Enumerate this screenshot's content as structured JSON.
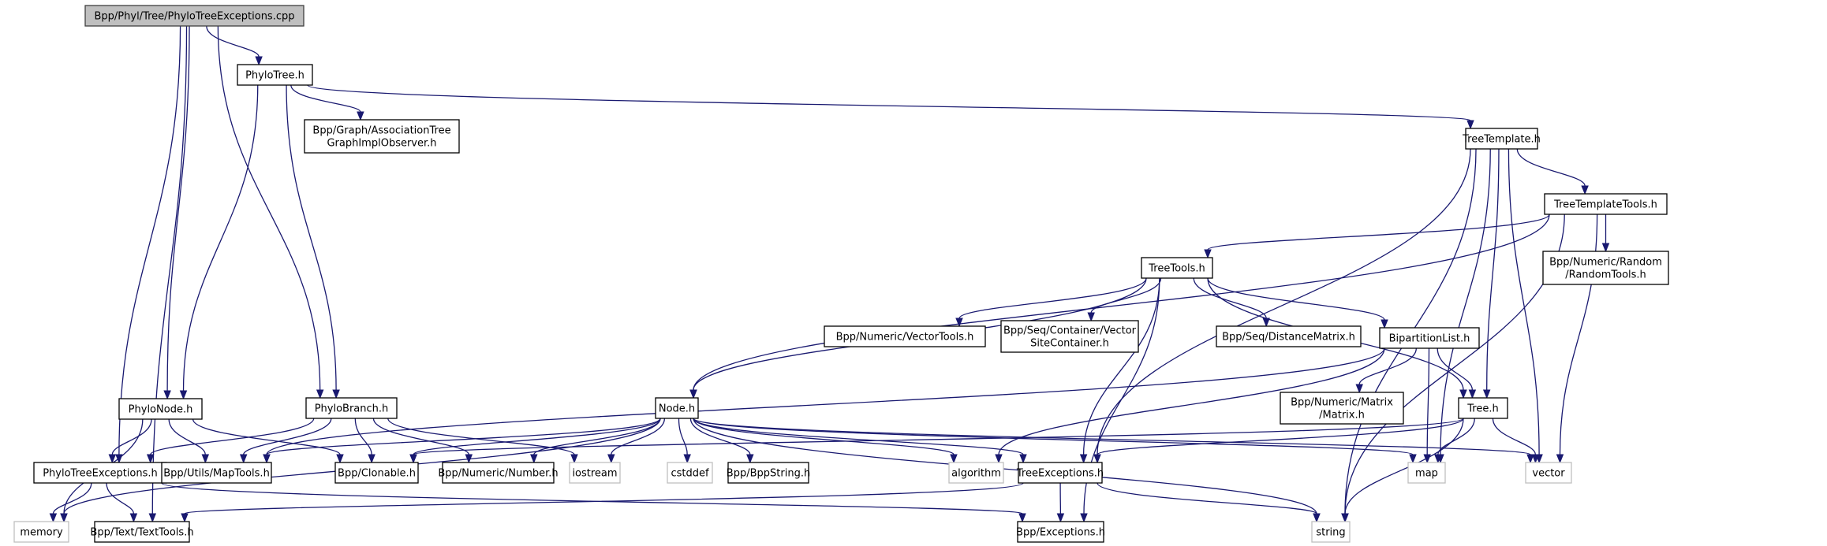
{
  "title": "Bpp/Phyl/Tree/PhyloTreeExceptions.cpp include dependency graph",
  "colors": {
    "edge": "#191970",
    "root_fill": "#bfbfbf",
    "root_stroke": "#404040",
    "documented_stroke": "#000000",
    "external_stroke": "#bfbfbf",
    "box_fill": "#ffffff"
  },
  "nodes": [
    {
      "id": "root",
      "kind": "root",
      "lines": [
        "Bpp/Phyl/Tree/PhyloTreeExceptions.cpp"
      ]
    },
    {
      "id": "phylotree",
      "kind": "doc",
      "lines": [
        "PhyloTree.h"
      ]
    },
    {
      "id": "assoc",
      "kind": "doc",
      "lines": [
        "Bpp/Graph/AssociationTree",
        "GraphImplObserver.h"
      ]
    },
    {
      "id": "treetemplate",
      "kind": "doc",
      "lines": [
        "TreeTemplate.h"
      ]
    },
    {
      "id": "treetemplatetools",
      "kind": "doc",
      "lines": [
        "TreeTemplateTools.h"
      ]
    },
    {
      "id": "randomtools",
      "kind": "doc",
      "lines": [
        "Bpp/Numeric/Random",
        "/RandomTools.h"
      ]
    },
    {
      "id": "treetools",
      "kind": "doc",
      "lines": [
        "TreeTools.h"
      ]
    },
    {
      "id": "vectortools",
      "kind": "doc",
      "lines": [
        "Bpp/Numeric/VectorTools.h"
      ]
    },
    {
      "id": "vsc",
      "kind": "doc",
      "lines": [
        "Bpp/Seq/Container/Vector",
        "SiteContainer.h"
      ]
    },
    {
      "id": "distmat",
      "kind": "doc",
      "lines": [
        "Bpp/Seq/DistanceMatrix.h"
      ]
    },
    {
      "id": "biplist",
      "kind": "doc",
      "lines": [
        "BipartitionList.h"
      ]
    },
    {
      "id": "matrix",
      "kind": "doc",
      "lines": [
        "Bpp/Numeric/Matrix",
        "/Matrix.h"
      ]
    },
    {
      "id": "tree",
      "kind": "doc",
      "lines": [
        "Tree.h"
      ]
    },
    {
      "id": "phylonode",
      "kind": "doc",
      "lines": [
        "PhyloNode.h"
      ]
    },
    {
      "id": "phylobranch",
      "kind": "doc",
      "lines": [
        "PhyloBranch.h"
      ]
    },
    {
      "id": "node",
      "kind": "doc",
      "lines": [
        "Node.h"
      ]
    },
    {
      "id": "phylotreeexc",
      "kind": "doc",
      "lines": [
        "PhyloTreeExceptions.h"
      ]
    },
    {
      "id": "maptools",
      "kind": "doc",
      "lines": [
        "Bpp/Utils/MapTools.h"
      ]
    },
    {
      "id": "clonable",
      "kind": "doc",
      "lines": [
        "Bpp/Clonable.h"
      ]
    },
    {
      "id": "number",
      "kind": "doc",
      "lines": [
        "Bpp/Numeric/Number.h"
      ]
    },
    {
      "id": "iostream",
      "kind": "ext",
      "lines": [
        "iostream"
      ]
    },
    {
      "id": "cstddef",
      "kind": "ext",
      "lines": [
        "cstddef"
      ]
    },
    {
      "id": "bppstring",
      "kind": "doc",
      "lines": [
        "Bpp/BppString.h"
      ]
    },
    {
      "id": "algorithm",
      "kind": "ext",
      "lines": [
        "algorithm"
      ]
    },
    {
      "id": "treeexc",
      "kind": "doc",
      "lines": [
        "TreeExceptions.h"
      ]
    },
    {
      "id": "map",
      "kind": "ext",
      "lines": [
        "map"
      ]
    },
    {
      "id": "vector",
      "kind": "ext",
      "lines": [
        "vector"
      ]
    },
    {
      "id": "memory",
      "kind": "ext",
      "lines": [
        "memory"
      ]
    },
    {
      "id": "texttools",
      "kind": "doc",
      "lines": [
        "Bpp/Text/TextTools.h"
      ]
    },
    {
      "id": "exceptions",
      "kind": "doc",
      "lines": [
        "Bpp/Exceptions.h"
      ]
    },
    {
      "id": "string",
      "kind": "ext",
      "lines": [
        "string"
      ]
    }
  ],
  "edges": [
    [
      "root",
      "phylotree"
    ],
    [
      "root",
      "phylonode"
    ],
    [
      "root",
      "phylobranch"
    ],
    [
      "root",
      "phylotreeexc"
    ],
    [
      "root",
      "texttools"
    ],
    [
      "phylotree",
      "assoc"
    ],
    [
      "phylotree",
      "treetemplate"
    ],
    [
      "phylotree",
      "phylonode"
    ],
    [
      "phylotree",
      "phylobranch"
    ],
    [
      "treetemplate",
      "treetemplatetools"
    ],
    [
      "treetemplate",
      "tree"
    ],
    [
      "treetemplate",
      "treeexc"
    ],
    [
      "treetemplate",
      "map"
    ],
    [
      "treetemplate",
      "vector"
    ],
    [
      "treetemplate",
      "string"
    ],
    [
      "treetemplatetools",
      "treetools"
    ],
    [
      "treetemplatetools",
      "randomtools"
    ],
    [
      "treetemplatetools",
      "node"
    ],
    [
      "treetemplatetools",
      "vector"
    ],
    [
      "treetemplatetools",
      "string"
    ],
    [
      "treetools",
      "node"
    ],
    [
      "treetools",
      "vectortools"
    ],
    [
      "treetools",
      "vsc"
    ],
    [
      "treetools",
      "distmat"
    ],
    [
      "treetools",
      "biplist"
    ],
    [
      "treetools",
      "tree"
    ],
    [
      "treetools",
      "treeexc"
    ],
    [
      "treetools",
      "exceptions"
    ],
    [
      "biplist",
      "tree"
    ],
    [
      "biplist",
      "matrix"
    ],
    [
      "biplist",
      "maptools"
    ],
    [
      "biplist",
      "algorithm"
    ],
    [
      "biplist",
      "map"
    ],
    [
      "tree",
      "treeexc"
    ],
    [
      "tree",
      "map"
    ],
    [
      "tree",
      "vector"
    ],
    [
      "tree",
      "string"
    ],
    [
      "tree",
      "clonable"
    ],
    [
      "phylonode",
      "phylotreeexc"
    ],
    [
      "phylonode",
      "maptools"
    ],
    [
      "phylonode",
      "clonable"
    ],
    [
      "phylonode",
      "memory"
    ],
    [
      "phylobranch",
      "phylotreeexc"
    ],
    [
      "phylobranch",
      "maptools"
    ],
    [
      "phylobranch",
      "clonable"
    ],
    [
      "phylobranch",
      "number"
    ],
    [
      "phylobranch",
      "iostream"
    ],
    [
      "node",
      "maptools"
    ],
    [
      "node",
      "clonable"
    ],
    [
      "node",
      "number"
    ],
    [
      "node",
      "iostream"
    ],
    [
      "node",
      "cstddef"
    ],
    [
      "node",
      "bppstring"
    ],
    [
      "node",
      "algorithm"
    ],
    [
      "node",
      "treeexc"
    ],
    [
      "node",
      "map"
    ],
    [
      "node",
      "vector"
    ],
    [
      "node",
      "string"
    ],
    [
      "node",
      "memory"
    ],
    [
      "phylotreeexc",
      "memory"
    ],
    [
      "phylotreeexc",
      "texttools"
    ],
    [
      "phylotreeexc",
      "exceptions"
    ],
    [
      "treeexc",
      "exceptions"
    ],
    [
      "treeexc",
      "string"
    ],
    [
      "treeexc",
      "texttools"
    ]
  ]
}
